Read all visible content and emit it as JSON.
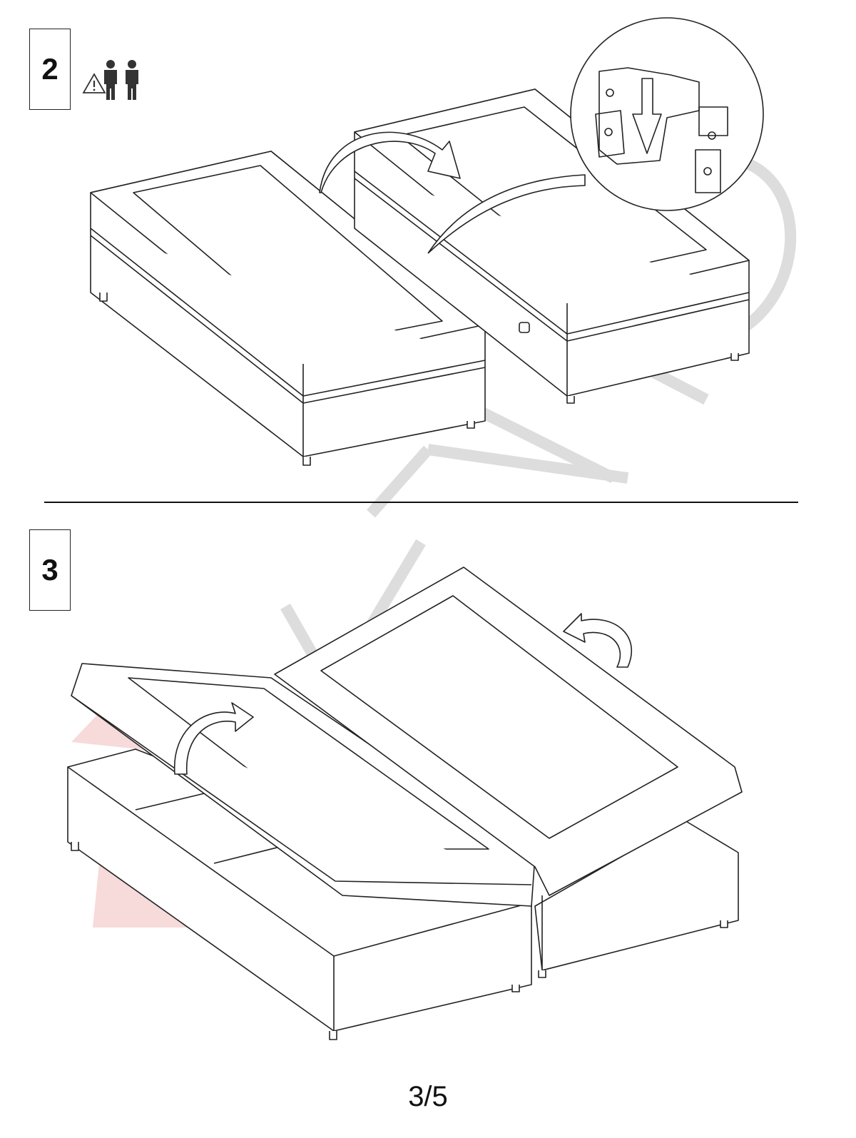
{
  "steps": [
    {
      "number": "2",
      "warning_icon": "two-person-assembly-warning-icon"
    },
    {
      "number": "3"
    }
  ],
  "page": {
    "number": "3/5"
  },
  "watermark": {
    "text": "KARO"
  }
}
